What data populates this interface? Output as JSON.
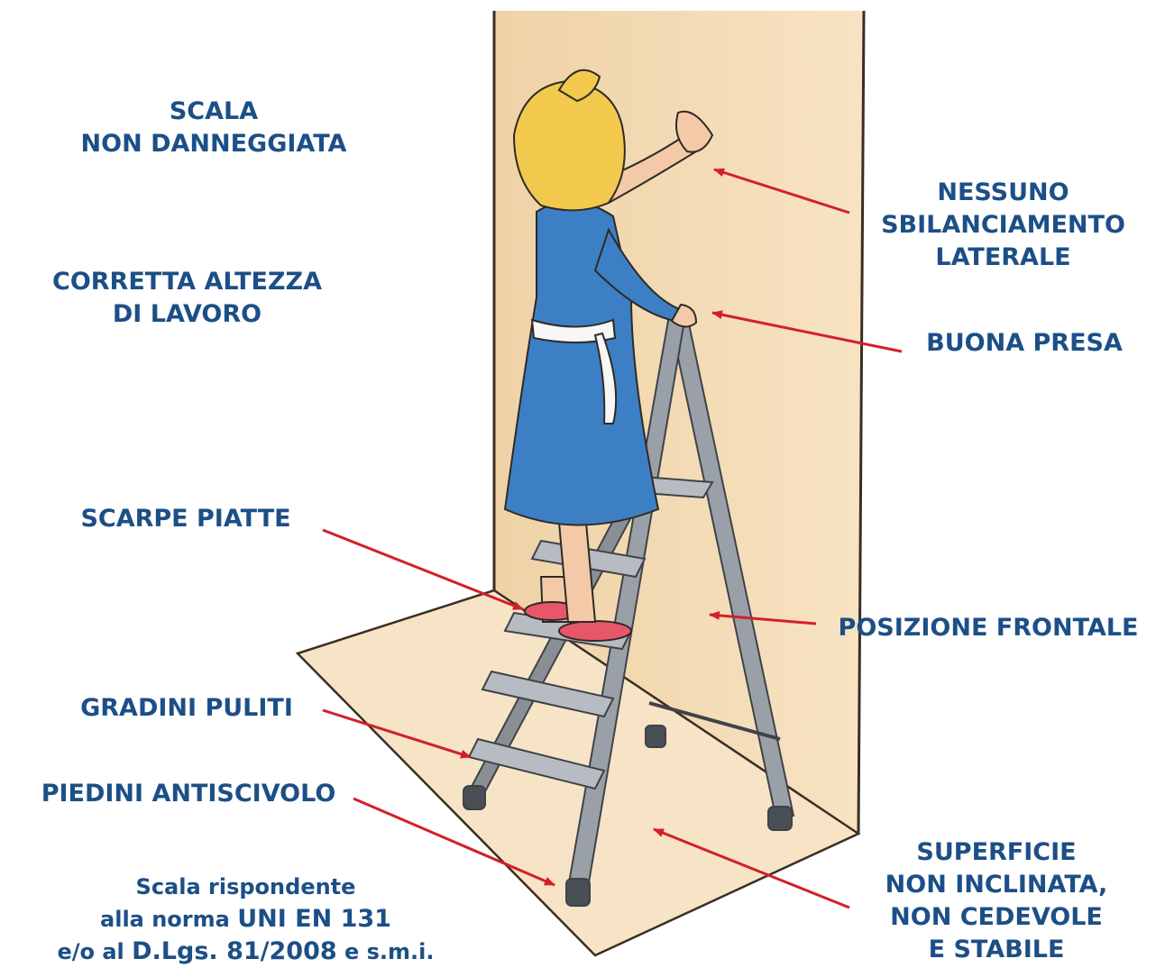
{
  "labels": {
    "scala_non_danneggiata": [
      "SCALA",
      "NON DANNEGGIATA"
    ],
    "corretta_altezza": [
      "CORRETTA ALTEZZA",
      "DI LAVORO"
    ],
    "scarpe_piatte": "SCARPE PIATTE",
    "gradini_puliti": "GRADINI PULITI",
    "piedini_antiscivolo": "PIEDINI ANTISCIVOLO",
    "nessuno_sbilanciamento": [
      "NESSUNO",
      "SBILANCIAMENTO",
      "LATERALE"
    ],
    "buona_presa": "BUONA PRESA",
    "posizione_frontale": "POSIZIONE FRONTALE",
    "superficie": [
      "SUPERFICIE",
      "NON INCLINATA,",
      "NON CEDEVOLE",
      "E STABILE"
    ]
  },
  "norma": {
    "line1": "Scala rispondente",
    "line2_prefix": "alla norma ",
    "line2_strong": "UNI EN 131",
    "line3_prefix": "e/o al ",
    "line3_strong": "D.Lgs. 81/2008",
    "line3_suffix": " e s.m.i."
  },
  "colors": {
    "text": "#1c4f87",
    "arrow": "#d2202a",
    "wall": "#f4dcb8",
    "floor": "#f7e4c6",
    "dress": "#3d7fc4",
    "hair": "#f2c94c",
    "ladder": "#8a8f96"
  },
  "icons": {
    "illustration": "woman-on-stepladder-illustration",
    "arrow": "red-pointer-arrow"
  }
}
